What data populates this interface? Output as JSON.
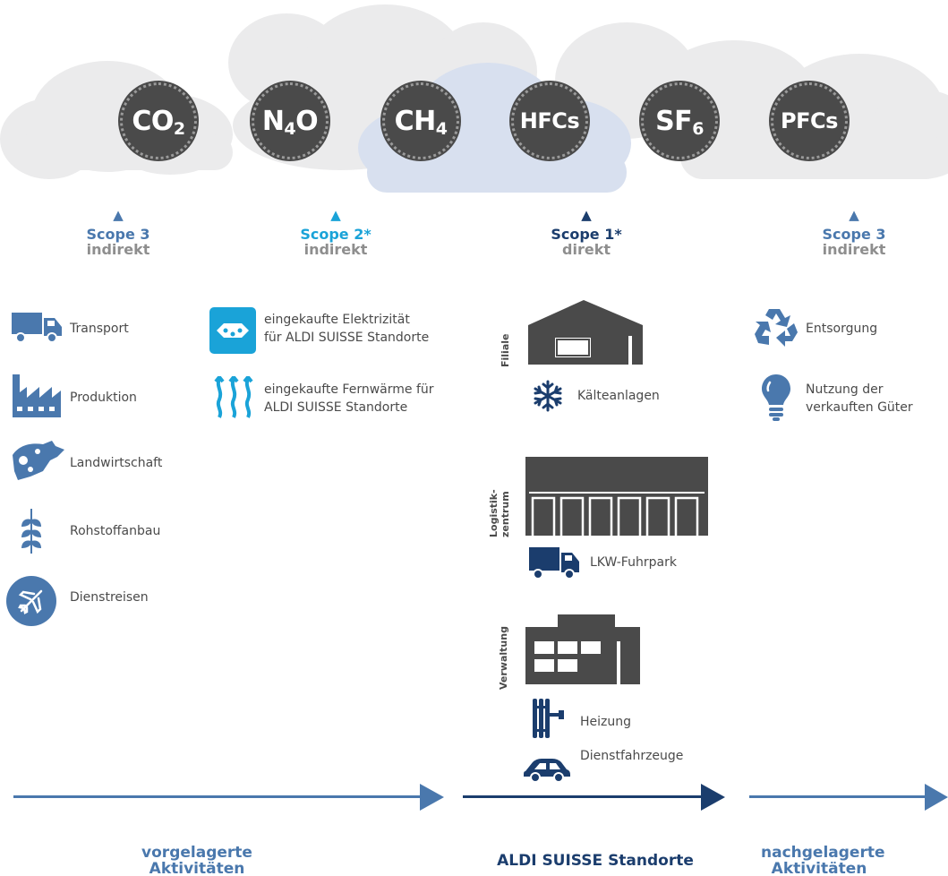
{
  "gases": [
    {
      "main": "CO",
      "sub": "2"
    },
    {
      "main": "N",
      "sub": "4",
      "tail": "O"
    },
    {
      "main": "CH",
      "sub": "4"
    },
    {
      "main": "HFCs"
    },
    {
      "main": "SF",
      "sub": "6"
    },
    {
      "main": "PFCs"
    }
  ],
  "scopes": [
    {
      "title": "Scope 3",
      "subtitle": "indirekt",
      "color": "#4a78ad"
    },
    {
      "title": "Scope 2*",
      "subtitle": "indirekt",
      "color": "#1aa3d8"
    },
    {
      "title": "Scope 1*",
      "subtitle": "direkt",
      "color": "#1b3d6d"
    },
    {
      "title": "Scope 3",
      "subtitle": "indirekt",
      "color": "#4a78ad"
    }
  ],
  "upstream": [
    {
      "label": "Transport",
      "icon": "truck-icon"
    },
    {
      "label": "Produktion",
      "icon": "factory-icon"
    },
    {
      "label": "Landwirtschaft",
      "icon": "cow-icon"
    },
    {
      "label": "Rohstoffanbau",
      "icon": "wheat-icon"
    },
    {
      "label": "Dienstreisen",
      "icon": "airplane-icon"
    }
  ],
  "scope2_items": [
    {
      "label": "eingekaufte Elektrizität\nfür ALDI SUISSE Standorte",
      "icon": "power-socket-icon"
    },
    {
      "label": "eingekaufte Fernwärme für\nALDI SUISSE Standorte",
      "icon": "heat-waves-icon"
    }
  ],
  "scope1": {
    "filiale": {
      "vlabel": "Filiale",
      "item": "Kälteanlagen"
    },
    "logistik": {
      "vlabel1": "Logistik-",
      "vlabel2": "zentrum",
      "item": "LKW-Fuhrpark"
    },
    "verwaltung": {
      "vlabel": "Verwaltung",
      "item1": "Heizung",
      "item2": "Dienstfahrzeuge"
    }
  },
  "downstream": [
    {
      "label": "Entsorgung",
      "icon": "recycle-icon"
    },
    {
      "label": "Nutzung der\nverkauften Güter",
      "icon": "lightbulb-icon"
    }
  ],
  "bottom": {
    "left": "vorgelagerte\nAktivitäten",
    "middle": "ALDI SUISSE Standorte",
    "right": "nachgelagerte\nAktivitäten"
  },
  "colors": {
    "icon_blue": "#4a78ad",
    "cyan": "#1aa3d8",
    "navy": "#1b3d6d",
    "dark": "#4a4a4a",
    "cloud_gray": "#e9e9ea",
    "cloud_blue": "#d6dff0"
  }
}
